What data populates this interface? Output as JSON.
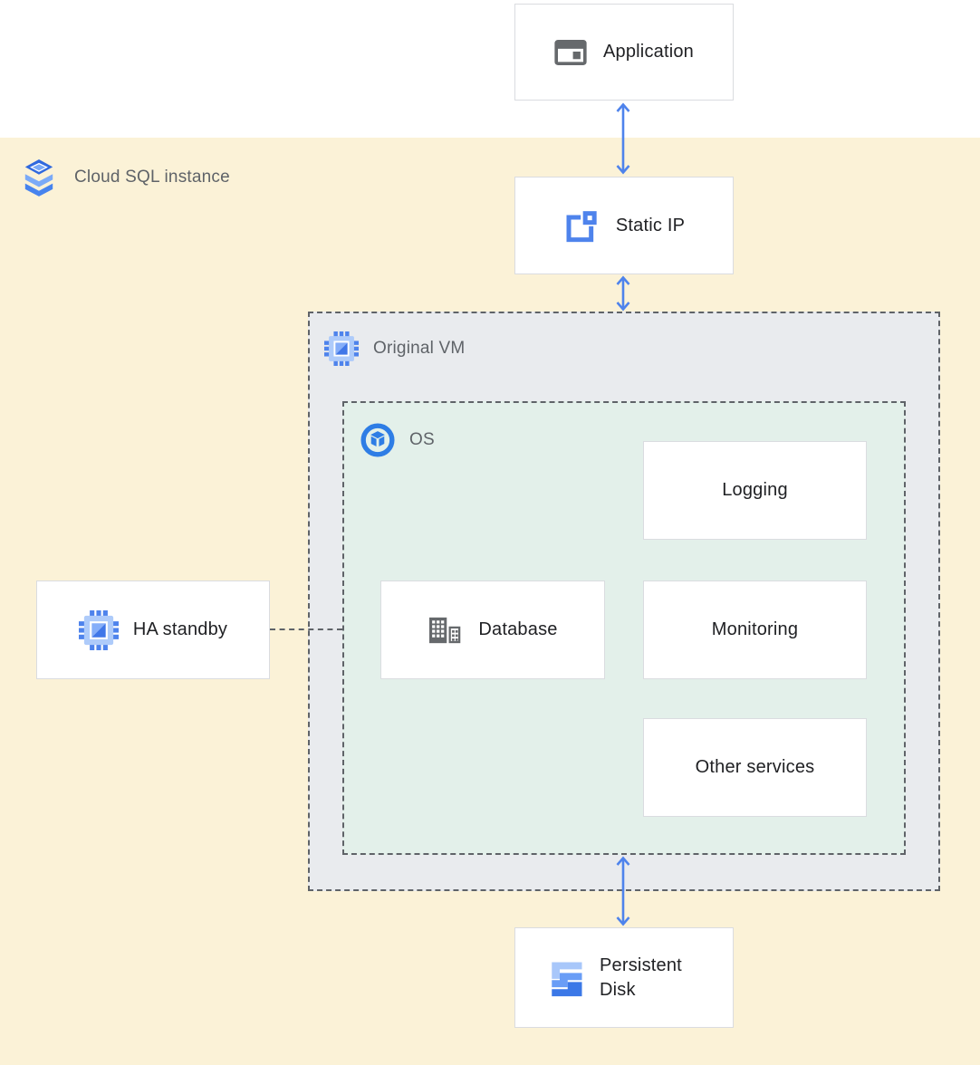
{
  "diagram": {
    "regions": {
      "cloud_sql_instance": {
        "label": "Cloud SQL instance"
      },
      "original_vm": {
        "label": "Original VM"
      },
      "os": {
        "label": "OS"
      }
    },
    "nodes": {
      "application": {
        "label": "Application"
      },
      "static_ip": {
        "label": "Static IP"
      },
      "logging": {
        "label": "Logging"
      },
      "database": {
        "label": "Database"
      },
      "monitoring": {
        "label": "Monitoring"
      },
      "other_services": {
        "label": "Other services"
      },
      "ha_standby": {
        "label": "HA standby"
      },
      "persistent_disk": {
        "label": "Persistent Disk"
      }
    },
    "connections": [
      {
        "from": "application",
        "to": "static_ip",
        "type": "double-headed-arrow"
      },
      {
        "from": "static_ip",
        "to": "original_vm",
        "type": "double-headed-arrow"
      },
      {
        "from": "os",
        "to": "persistent_disk",
        "type": "double-headed-arrow"
      },
      {
        "from": "ha_standby",
        "to": "original_vm",
        "type": "dashed-line"
      }
    ],
    "icons": {
      "cloud_sql_instance": "cloud-sql-icon",
      "application": "app-window-icon",
      "static_ip": "static-ip-icon",
      "original_vm": "compute-engine-icon",
      "ha_standby": "compute-engine-icon",
      "os": "os-disk-image-icon",
      "database": "database-building-icon",
      "persistent_disk": "persistent-disk-icon"
    },
    "colors": {
      "cloud_sql_region_bg": "#fbf2d7",
      "vm_region_bg": "#e9ebee",
      "os_region_bg": "#e3f0ea",
      "node_bg": "#ffffff",
      "node_border": "#dadce0",
      "dashed_border": "#5f6368",
      "arrow_blue": "#4e83ec",
      "label_dark": "#202124",
      "label_gray": "#5f6368",
      "icon_gray": "#66696c",
      "icon_blue_light": "#aecbfa",
      "icon_blue_mid": "#699df6",
      "icon_blue_dark": "#3b78e7"
    }
  }
}
